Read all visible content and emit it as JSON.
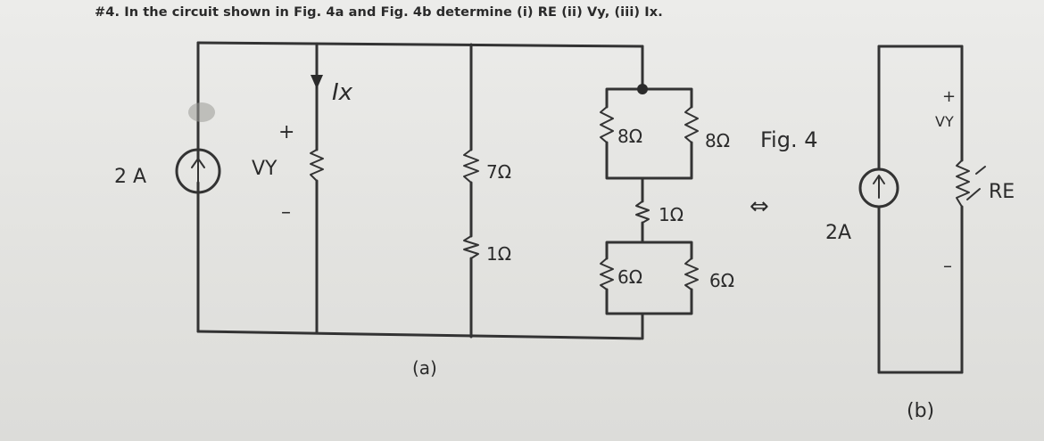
{
  "problem": {
    "text": "#4. In the circuit shown in Fig. 4a and Fig. 4b determine (i) RE (ii) Vy, (iii) Ix."
  },
  "fig_a": {
    "source_label": "2 A",
    "voltage_label": "VY",
    "plus_sign": "+",
    "minus_sign": "–",
    "current_label": "Ix",
    "r7": "7Ω",
    "r1_left": "1Ω",
    "r8_left": "8Ω",
    "r8_right": "8Ω",
    "r1_mid": "1Ω",
    "r6_left": "6Ω",
    "r6_right": "6Ω",
    "caption": "(a)"
  },
  "middle": {
    "fig_label": "Fig. 4",
    "equiv_symbol": "⇔"
  },
  "fig_b": {
    "source_label": "2A",
    "plus_sign": "+",
    "voltage_label": "VY",
    "minus_sign": "–",
    "resistor_label": "RE",
    "caption": "(b)"
  },
  "colors": {
    "ink": "#2b2b2b",
    "paper": "#e6e6e3"
  }
}
